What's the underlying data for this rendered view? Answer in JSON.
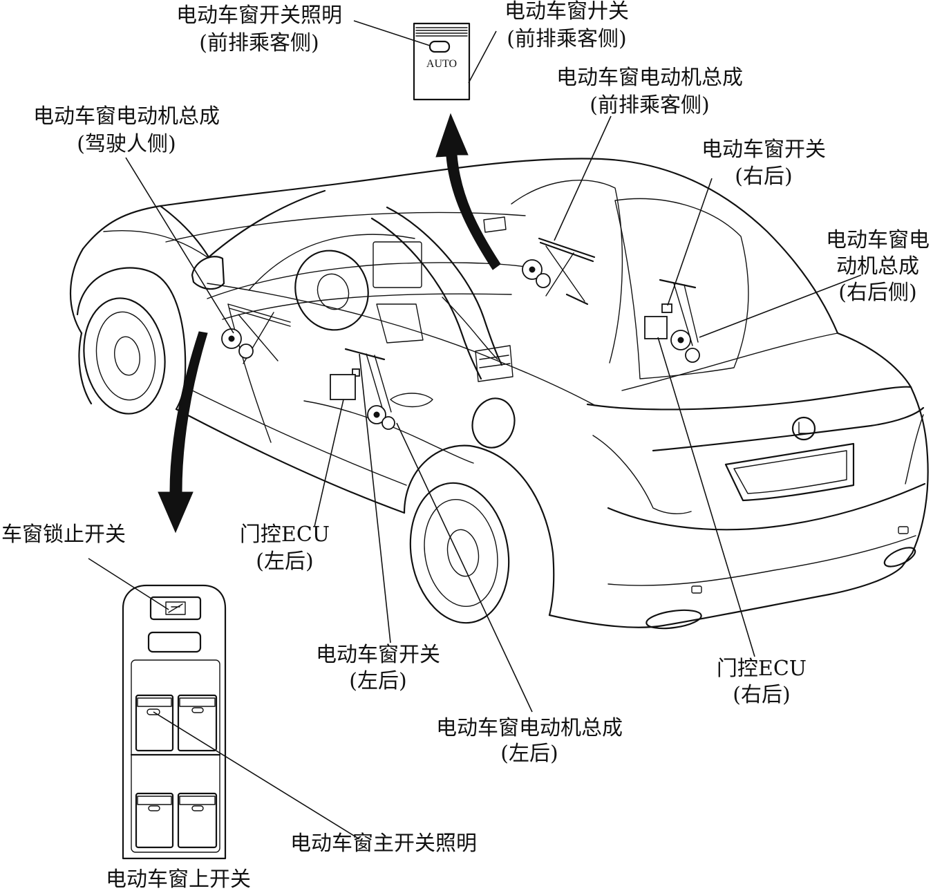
{
  "labels": {
    "front_passenger_switch_illumination": {
      "line1": "电动车窗开关照明",
      "line2": "(前排乘客侧)"
    },
    "front_passenger_switch": {
      "line1": "电动车窗廾关",
      "line2": "(前排乘客侧)"
    },
    "driver_motor": {
      "line1": "电动车窗电动机总成",
      "line2": "(驾驶人侧)"
    },
    "front_passenger_motor": {
      "line1": "电动车窗电动机总成",
      "line2": "(前排乘客侧)"
    },
    "rear_right_switch": {
      "line1": "电动车窗开关",
      "line2": "(右后)"
    },
    "rear_right_motor": {
      "line1": "电动车窗电",
      "line2": "动机总成",
      "line3": "(右后侧)"
    },
    "window_lock_switch": {
      "line1": "车窗锁止开关"
    },
    "rear_left_door_ecu": {
      "line1": "门控ECU",
      "line2": "(左后)"
    },
    "rear_left_switch": {
      "line1": "电动车窗开关",
      "line2": "(左后)"
    },
    "rear_left_motor": {
      "line1": "电动车窗电动机总成",
      "line2": "(左后)"
    },
    "rear_right_door_ecu": {
      "line1": "门控ECU",
      "line2": "(右后)"
    },
    "master_switch_illumination": {
      "line1": "电动车窗主开关照明"
    },
    "master_switch": {
      "line1": "电动车窗上开关"
    }
  },
  "passenger_switch": {
    "button_text": "AUTO"
  },
  "colors": {
    "line": "#111111",
    "background": "#ffffff"
  }
}
